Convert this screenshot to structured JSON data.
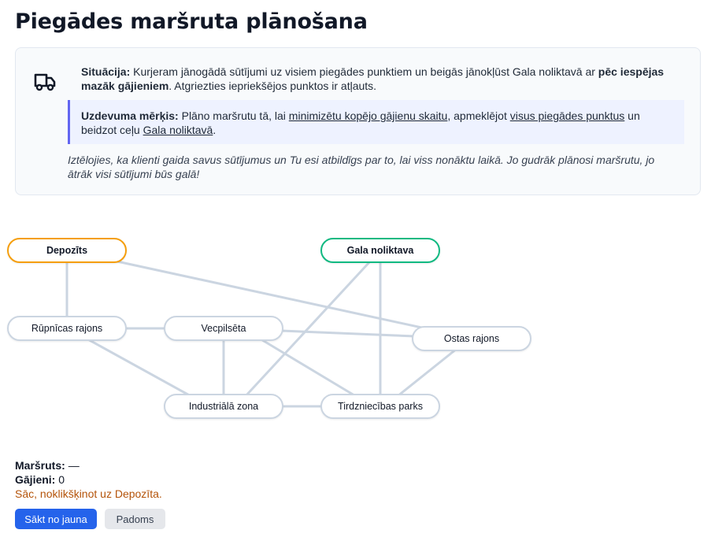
{
  "page_title": "Piegādes maršruta plānošana",
  "scenario": {
    "situation_label": "Situācija:",
    "situation_text": "Kurjeram jānogādā sūtījumi uz visiem piegādes punktiem un beigās jānokļūst Gala noliktavā ar",
    "situation_bold": "pēc iespējas mazāk gājieniem",
    "situation_tail": ". Atgriezties iepriekšējos punktos ir atļauts.",
    "goal_label": "Uzdevuma mērķis:",
    "goal_text1": "Plāno maršrutu tā, lai",
    "goal_link1": "minimizētu kopējo gājienu skaitu",
    "goal_text2": ", apmeklējot",
    "goal_link2": "visus piegādes punktus",
    "goal_text3": "un beidzot ceļu",
    "goal_link3": "Gala noliktavā",
    "goal_text4": ".",
    "imagine_text": "Iztēlojies, ka klienti gaida savus sūtījumus un Tu esi atbildīgs par to, lai viss nonāktu laikā. Jo gudrāk plānosi maršrutu, jo ātrāk visi sūtījumi būs galā!",
    "icon": "truck-icon"
  },
  "nodes": {
    "depot": "Depozīts",
    "final": "Gala noliktava",
    "industrial_district": "Rūpnīcas rajons",
    "old_town": "Vecpilsēta",
    "port": "Ostas rajons",
    "industrial_zone": "Industriālā zona",
    "mall": "Tirdzniecības parks"
  },
  "status": {
    "route_label": "Maršruts:",
    "route_value": "—",
    "moves_label": "Gājieni:",
    "moves_value": "0",
    "hint": "Sāc, noklikšķinot uz Depozīta."
  },
  "buttons": {
    "restart": "Sākt no jauna",
    "hint": "Padoms"
  },
  "colors": {
    "start_border": "#f59e0b",
    "end_border": "#10b981",
    "edge": "#cbd5e1",
    "primary": "#2563eb",
    "hint_text": "#b45309"
  }
}
